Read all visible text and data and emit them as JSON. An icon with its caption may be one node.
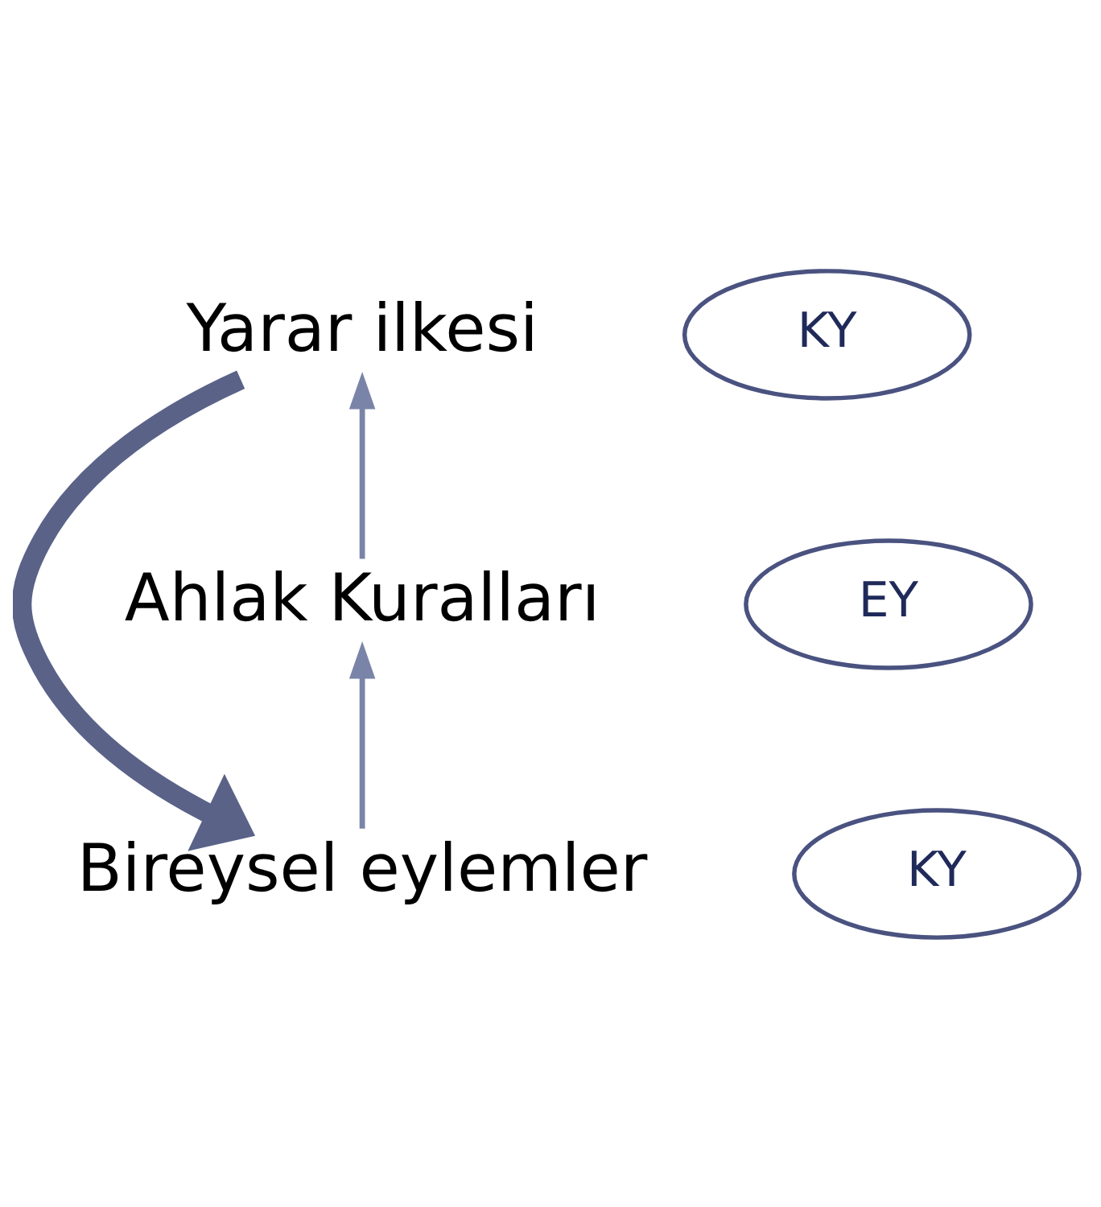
{
  "diagram": {
    "nodes": [
      {
        "text": [
          "Yarar ilkesi"
        ]
      },
      {
        "text": [
          "KY"
        ]
      },
      {
        "text": [
          "EY"
        ]
      },
      {
        "text": [
          "Ahlak Kuralları"
        ]
      },
      {
        "text": [
          "KY"
        ]
      },
      {
        "text": [
          "Bireysel eylemler"
        ]
      }
    ],
    "edges": [
      {
        "from": 0,
        "to": 5,
        "arrow": "to",
        "style": "thick",
        "color": "#5a6288"
      },
      {
        "from": 3,
        "to": 0,
        "arrow": "to"
      },
      {
        "from": 5,
        "to": 3,
        "arrow": "to"
      }
    ]
  }
}
